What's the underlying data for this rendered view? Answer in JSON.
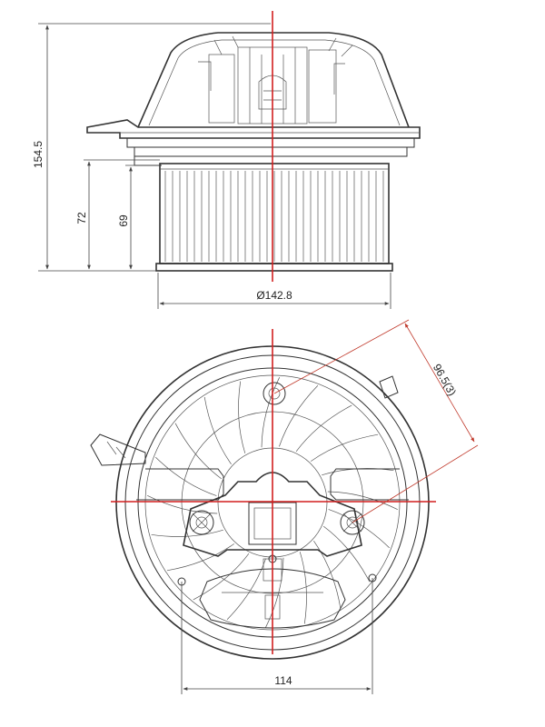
{
  "dimensions": {
    "overall_height": "154.5",
    "impeller_height_outer": "72",
    "impeller_height_inner": "69",
    "impeller_diameter": "Ø142.8",
    "mount_hole_radius": "96.5(3)",
    "mount_hole_spacing": "114"
  },
  "colors": {
    "centerline": "#d21f1f",
    "outline": "#333333"
  }
}
